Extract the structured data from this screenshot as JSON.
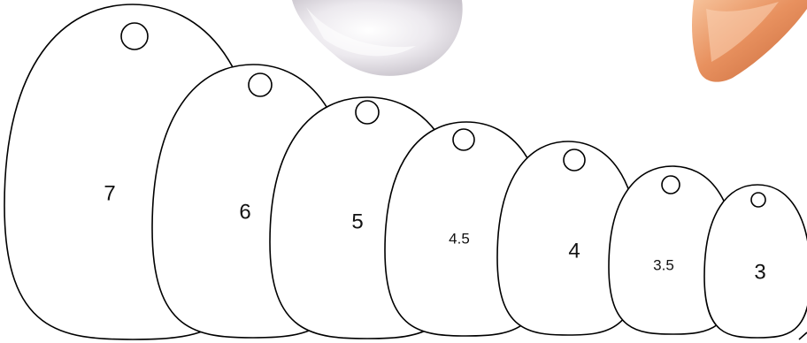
{
  "colors": {
    "outline": "#000000",
    "fill": "#ffffff",
    "photo_white_blade": "#e9e6ea",
    "photo_copper_blade": "#e59a6c"
  },
  "blades": [
    {
      "label": "7"
    },
    {
      "label": "6"
    },
    {
      "label": "5"
    },
    {
      "label": "4.5"
    },
    {
      "label": "4"
    },
    {
      "label": "3.5"
    },
    {
      "label": "3"
    }
  ]
}
